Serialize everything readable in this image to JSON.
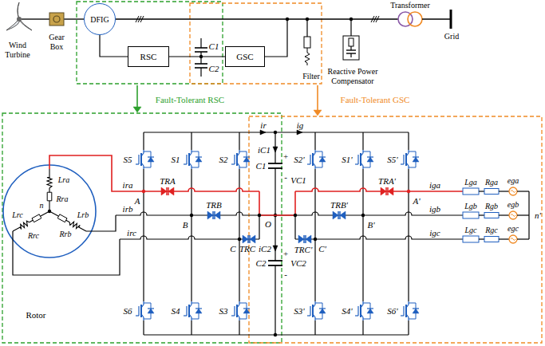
{
  "diagram": {
    "nodes": [
      {
        "text": [
          "DFIG"
        ]
      },
      {
        "text": [
          "RSC"
        ]
      },
      {
        "text": [
          "GSC"
        ]
      }
    ],
    "edges": [
      {
        "from": 0,
        "to": 1,
        "arrow": "none"
      },
      {
        "from": 1,
        "to": 2,
        "arrow": "none"
      }
    ],
    "labels": [
      "Wind Turbine",
      "Gear Box",
      "C1",
      "C2",
      "Filter",
      "Transformer",
      "Grid",
      "Reactive Power Compensator",
      "Fault-Tolerant RSC",
      "Fault-Tolerant GSC",
      "ir",
      "ig",
      "S5",
      "S1",
      "S2",
      "iC1",
      "+",
      "VC1",
      "C1",
      "-",
      "Lra",
      "Rra",
      "ira",
      "A",
      "TRA",
      "TRA'",
      "A'",
      "iga",
      "Lga",
      "Rga",
      "ega",
      "n",
      "Lrc",
      "Lrb",
      "irb",
      "B",
      "TRB",
      "O",
      "TRB'",
      "B'",
      "igb",
      "Lgb",
      "Rgb",
      "egb",
      "n'",
      "Rrc",
      "Rrb",
      "irc",
      "C",
      "TRC",
      "TRC'",
      "C'",
      "igc",
      "Lgc",
      "Rgc",
      "egc",
      "iC2",
      "+",
      "C2",
      "VC2",
      "-",
      "Rotor",
      "S6",
      "S4",
      "S3",
      "S2'",
      "S1'",
      "S5'",
      "S3'",
      "S4'",
      "S6'"
    ]
  }
}
